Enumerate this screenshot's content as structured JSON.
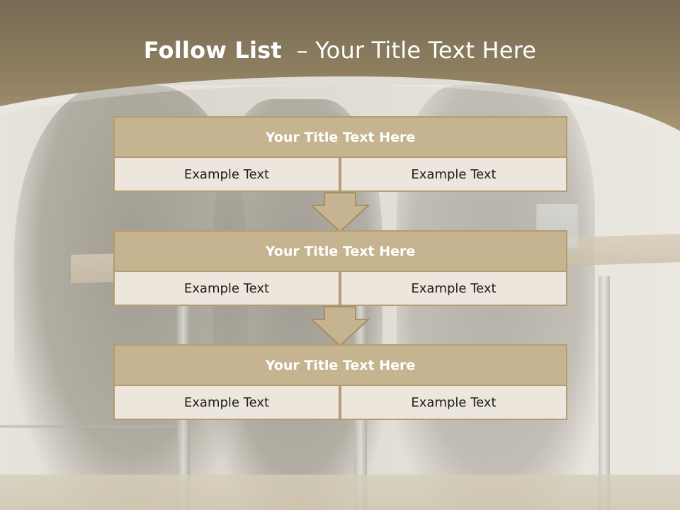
{
  "slide": {
    "title_bold": "Follow List",
    "title_rest": "– Your Title Text Here"
  },
  "colors": {
    "header_band": "#7e6e52",
    "box_header_fill": "#c6b38f",
    "box_border": "#b39d72",
    "cell_fill": "#ece6dc",
    "arrow_fill": "#c6b38f"
  },
  "steps": [
    {
      "title": "Your Title Text Here",
      "left": "Example Text",
      "right": "Example Text"
    },
    {
      "title": "Your Title Text Here",
      "left": "Example Text",
      "right": "Example Text"
    },
    {
      "title": "Your Title Text Here",
      "left": "Example Text",
      "right": "Example Text"
    }
  ],
  "icons": [
    "down-arrow-icon"
  ]
}
